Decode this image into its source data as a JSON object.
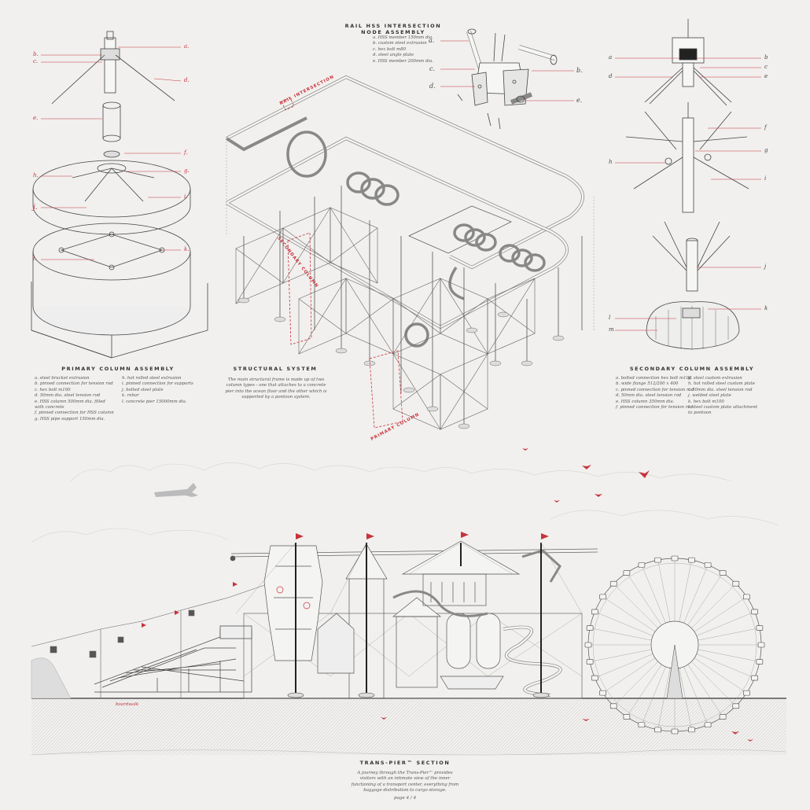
{
  "colors": {
    "background": "#f1f0ee",
    "ink": "#333333",
    "accent": "#c8323b"
  },
  "rail_node": {
    "title_line1": "RAIL HSS INTERSECTION",
    "title_line2": "NODE ASSEMBLY",
    "legend": [
      "a. HSS member 150mm dia.",
      "b. custom steel extrusion",
      "c. hex bolt m80",
      "d. steel angle plate",
      "e. HSS member 200mm dia."
    ],
    "labels": [
      "a.",
      "b.",
      "c.",
      "d.",
      "e."
    ]
  },
  "primary_column": {
    "title": "PRIMARY COLUMN ASSEMBLY",
    "legend_left": [
      "a. steel bracket extrusion",
      "b. pinned connection for tension rod",
      "c. hex bolt m100",
      "d. 50mm dia. steel tension rod",
      "e. HSS column 500mm dia. filled",
      "    with concrete",
      "f. pinned connection for HSS column",
      "g. HSS pipe support 150mm dia."
    ],
    "legend_right": [
      "h. hot rolled steel extrusion",
      "i. pinned connection for supports",
      "j. bolted steel plate",
      "k. rebar",
      "l. concrete pier 15000mm dia."
    ],
    "labels": [
      "a.",
      "b.",
      "c.",
      "d.",
      "e.",
      "f.",
      "g.",
      "h.",
      "i.",
      "j.",
      "k.",
      "l."
    ]
  },
  "structural_system": {
    "title": "STRUCTURAL SYSTEM",
    "description": [
      "The main structural frame is made up of two",
      "column types - one that attaches to a concrete",
      "pier into the ocean floor and the other which is",
      "supported by a pontoon system."
    ],
    "tags": [
      "RAIL INTERSECTION",
      "SECONDARY COLUMN",
      "PRIMARY COLUMN"
    ]
  },
  "secondary_column": {
    "title": "SECONDARY COLUMN ASSEMBLY",
    "legend_left": [
      "a. bolted connection hex bolt m100",
      "b. wide flange 512/200 x 400",
      "c. pinned connection for tension rod",
      "d. 50mm dia. steel tension rod",
      "e. HSS column 350mm dia.",
      "f. pinned connection for tension rod"
    ],
    "legend_right": [
      "g. steel custom extrusion",
      "h. hot rolled steel custom plate",
      "i. 50mm dia. steel tension rod",
      "j. welded steel plate",
      "k. hex bolt m100",
      "l. steel custom plate attachment",
      "    to pontoon"
    ],
    "labels": [
      "a",
      "b",
      "c",
      "d",
      "e",
      "f",
      "g",
      "h",
      "i",
      "j",
      "k",
      "l",
      "m"
    ]
  },
  "section": {
    "title": "TRANS-PIER™ SECTION",
    "description": [
      "A journey through the Trans-Pier™ provides",
      "visitors with an intimate view of the inner",
      "functioning of a transport center, everything from",
      "baggage distribution to cargo storage."
    ],
    "boardwalk": "boardwalk"
  },
  "page_number": "page 4 / 4"
}
